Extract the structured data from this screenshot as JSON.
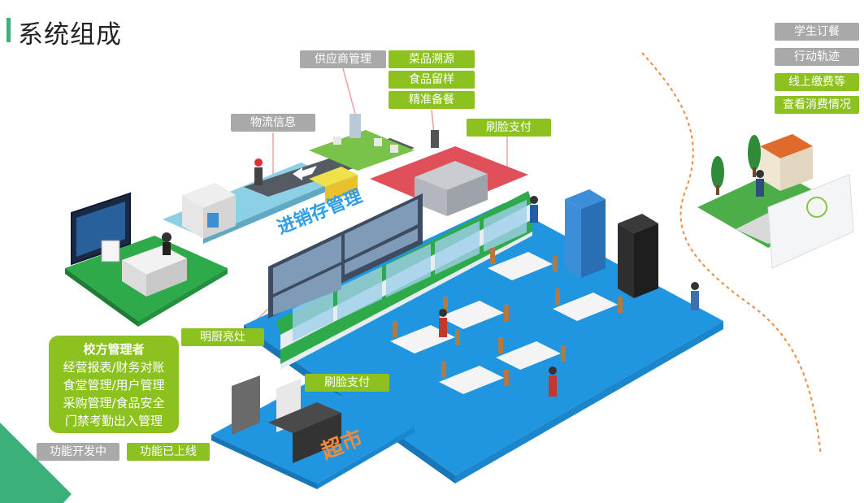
{
  "title": "系统组成",
  "tags": {
    "supplier": "供应商管理",
    "trace": "菜品溯源",
    "sample": "食品留样",
    "prep": "精准备餐",
    "logistics": "物流信息",
    "face_pay_top": "刷脸支付",
    "open_kitchen": "明厨亮灶",
    "face_pay_bottom": "刷脸支付",
    "student_order": "学生订餐",
    "track": "行动轨迹",
    "online_pay": "线上缴费等",
    "consumption": "查看消费情况"
  },
  "admin": {
    "head": "校方管理者",
    "line1": "经营报表/财务对账",
    "line2": "食堂管理/用户管理",
    "line3": "采购管理/食品安全",
    "line4": "门禁考勤出入管理"
  },
  "legend": {
    "developing": "功能开发中",
    "online": "功能已上线"
  },
  "scene_text": {
    "warehouse": "进销存管理",
    "supermarket": "超市"
  },
  "colors": {
    "accent_green": "#8cc21f",
    "gray": "#a9a9a9",
    "floor_blue": "#2196e0",
    "floor_green": "#2faa4a",
    "kitchen_red": "#e0505a",
    "corner_teal": "#3bb07a"
  }
}
